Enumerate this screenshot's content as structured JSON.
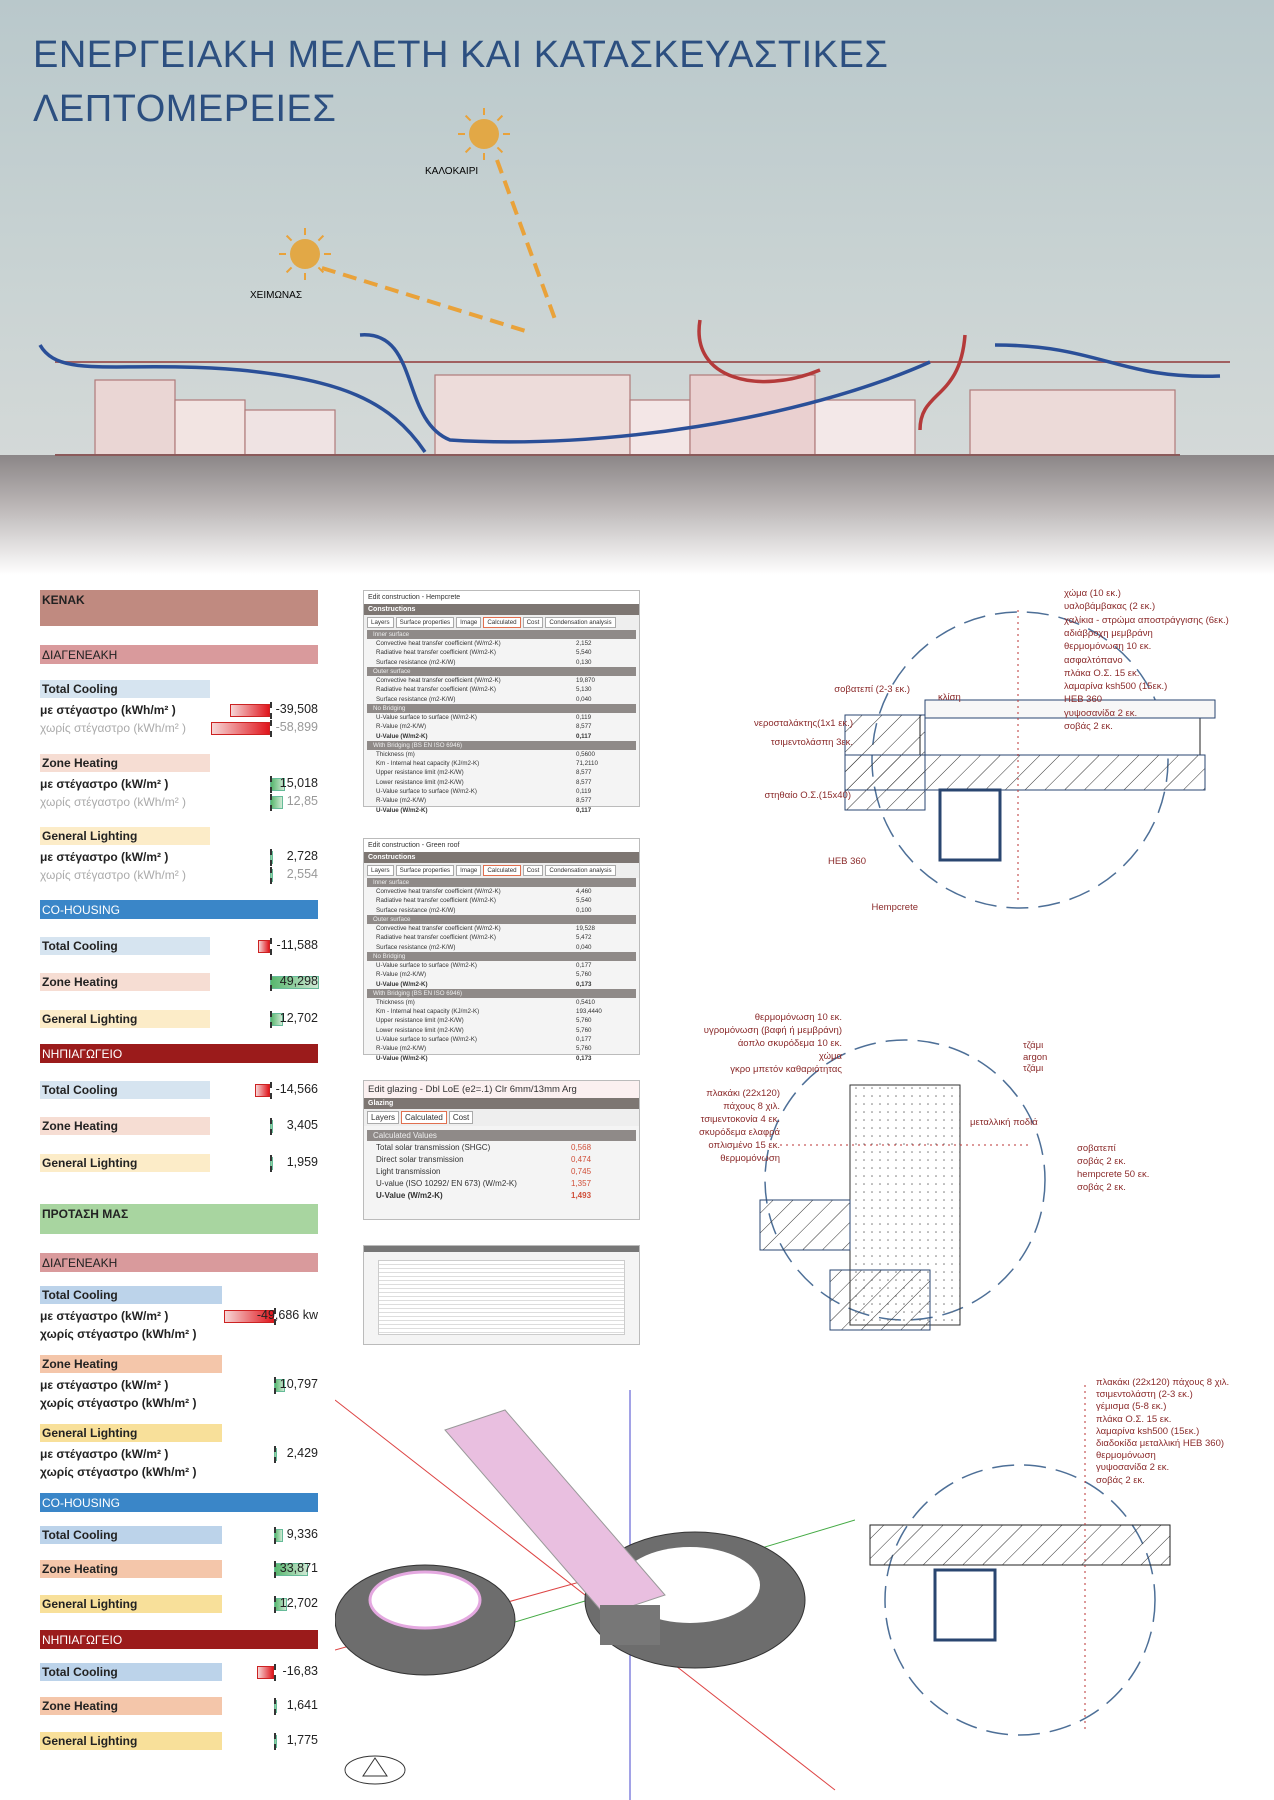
{
  "title": {
    "line1": "ΕΝΕΡΓΕΙΑΚΗ ΜΕΛΕΤΗ ΚΑΙ ΚΑΤΑΣΚΕΥΑΣΤΙΚΕΣ",
    "line2": "ΛΕΠΤΟΜΕΡΕΙΕΣ"
  },
  "section": {
    "summer_label": "ΚΑΛΟΚΑΙΡΙ",
    "winter_label": "ΧΕΙΜΩΝΑΣ"
  },
  "colors": {
    "cooling": "#e0161d",
    "heating": "#56b66d",
    "intergen": "#d99a9c",
    "cohousing": "#3a86c8",
    "kindergarten": "#9b1b1b",
    "kenak": "#c08a80",
    "proposal": "#a8d5a0"
  },
  "kenak": {
    "header": "KENAK",
    "intergen": {
      "header": "ΔΙΑΓΕΝΕΑΚΗ",
      "cooling": {
        "label": "Total Cooling",
        "with": "με στέγαστρο (kWh/m² )",
        "without": "χωρίς στέγαστρο (kWh/m² )",
        "v_with": "-39,508",
        "v_without": "-58,899"
      },
      "heating": {
        "label": "Zone Heating",
        "with": "με στέγαστρο (kW/m² )",
        "without": "χωρίς στέγαστρο (kWh/m² )",
        "v_with": "15,018",
        "v_without": "12,85"
      },
      "lighting": {
        "label": "General Lighting",
        "with": "με στέγαστρο (kW/m² )",
        "without": "χωρίς στέγαστρο (kWh/m² )",
        "v_with": "2,728",
        "v_without": "2,554"
      }
    },
    "cohousing": {
      "header": "CO-HOUSING",
      "cooling": {
        "label": "Total Cooling",
        "v": "-11,588"
      },
      "heating": {
        "label": "Zone Heating",
        "v": "49,298"
      },
      "lighting": {
        "label": "General Lighting",
        "v": "12,702"
      }
    },
    "kindergarten": {
      "header": "ΝΗΠΙΑΓΩΓΕΙΟ",
      "cooling": {
        "label": "Total Cooling",
        "v": "-14,566"
      },
      "heating": {
        "label": "Zone Heating",
        "v": "3,405"
      },
      "lighting": {
        "label": "General Lighting",
        "v": "1,959"
      }
    }
  },
  "proposal": {
    "header": "ΠΡΟΤΑΣΗ ΜΑΣ",
    "intergen": {
      "header": "ΔΙΑΓΕΝΕΑΚΗ",
      "cooling": {
        "label": "Total Cooling",
        "with": "με στέγαστρο (kW/m² )",
        "without": "χωρίς στέγαστρο (kWh/m² )",
        "v_with": "-49,686 kw"
      },
      "heating": {
        "label": "Zone Heating",
        "with": "με στέγαστρο (kW/m² )",
        "without": "χωρίς στέγαστρο (kWh/m² )",
        "v_with": "10,797"
      },
      "lighting": {
        "label": "General Lighting",
        "with": "με στέγαστρο (kW/m² )",
        "without": "χωρίς στέγαστρο (kWh/m² )",
        "v_with": "2,429"
      }
    },
    "cohousing": {
      "header": "CO-HOUSING",
      "cooling": {
        "label": "Total Cooling",
        "v": "9,336"
      },
      "heating": {
        "label": "Zone Heating",
        "v": "33,871"
      },
      "lighting": {
        "label": "General Lighting",
        "v": "12,702"
      }
    },
    "kindergarten": {
      "header": "ΝΗΠΙΑΓΩΓΕΙΟ",
      "cooling": {
        "label": "Total Cooling",
        "v": "-16,83"
      },
      "heating": {
        "label": "Zone Heating",
        "v": "1,641"
      },
      "lighting": {
        "label": "General Lighting",
        "v": "1,775"
      }
    }
  },
  "panels": [
    {
      "title": "Edit construction - Hempcrete",
      "caption": "Constructions",
      "tabs": [
        "Layers",
        "Surface properties",
        "Image",
        "Calculated",
        "Cost",
        "Condensation analysis"
      ],
      "groups": [
        {
          "name": "Inner surface",
          "rows": [
            [
              "Convective heat transfer coefficient (W/m2-K)",
              "2,152"
            ],
            [
              "Radiative heat transfer coefficient (W/m2-K)",
              "5,540"
            ],
            [
              "Surface resistance (m2-K/W)",
              "0,130"
            ]
          ]
        },
        {
          "name": "Outer surface",
          "rows": [
            [
              "Convective heat transfer coefficient (W/m2-K)",
              "19,870"
            ],
            [
              "Radiative heat transfer coefficient (W/m2-K)",
              "5,130"
            ],
            [
              "Surface resistance (m2-K/W)",
              "0,040"
            ]
          ]
        },
        {
          "name": "No Bridging",
          "rows": [
            [
              "U-Value surface to surface (W/m2-K)",
              "0,119"
            ],
            [
              "R-Value (m2-K/W)",
              "8,577"
            ],
            [
              "U-Value (W/m2-K)",
              "0,117"
            ]
          ]
        },
        {
          "name": "With Bridging (BS EN ISO 6946)",
          "rows": [
            [
              "Thickness (m)",
              "0,5600"
            ],
            [
              "Km - Internal heat capacity (KJ/m2-K)",
              "71,2110"
            ],
            [
              "Upper resistance limit (m2-K/W)",
              "8,577"
            ],
            [
              "Lower resistance limit (m2-K/W)",
              "8,577"
            ],
            [
              "U-Value surface to surface (W/m2-K)",
              "0,119"
            ],
            [
              "R-Value (m2-K/W)",
              "8,577"
            ],
            [
              "U-Value (W/m2-K)",
              "0,117"
            ]
          ]
        }
      ]
    },
    {
      "title": "Edit construction - Green roof",
      "caption": "Constructions",
      "tabs": [
        "Layers",
        "Surface properties",
        "Image",
        "Calculated",
        "Cost",
        "Condensation analysis"
      ],
      "groups": [
        {
          "name": "Inner surface",
          "rows": [
            [
              "Convective heat transfer coefficient (W/m2-K)",
              "4,460"
            ],
            [
              "Radiative heat transfer coefficient (W/m2-K)",
              "5,540"
            ],
            [
              "Surface resistance (m2-K/W)",
              "0,100"
            ]
          ]
        },
        {
          "name": "Outer surface",
          "rows": [
            [
              "Convective heat transfer coefficient (W/m2-K)",
              "19,528"
            ],
            [
              "Radiative heat transfer coefficient (W/m2-K)",
              "5,472"
            ],
            [
              "Surface resistance (m2-K/W)",
              "0,040"
            ]
          ]
        },
        {
          "name": "No Bridging",
          "rows": [
            [
              "U-Value surface to surface (W/m2-K)",
              "0,177"
            ],
            [
              "R-Value (m2-K/W)",
              "5,760"
            ],
            [
              "U-Value (W/m2-K)",
              "0,173"
            ]
          ]
        },
        {
          "name": "With Bridging (BS EN ISO 6946)",
          "rows": [
            [
              "Thickness (m)",
              "0,5410"
            ],
            [
              "Km - Internal heat capacity (KJ/m2-K)",
              "193,4440"
            ],
            [
              "Upper resistance limit (m2-K/W)",
              "5,760"
            ],
            [
              "Lower resistance limit (m2-K/W)",
              "5,760"
            ],
            [
              "U-Value surface to surface (W/m2-K)",
              "0,177"
            ],
            [
              "R-Value (m2-K/W)",
              "5,760"
            ],
            [
              "U-Value (W/m2-K)",
              "0,173"
            ]
          ]
        }
      ]
    }
  ],
  "glazing": {
    "title": "Edit glazing - Dbl LoE (e2=.1) Clr 6mm/13mm Arg",
    "caption": "Glazing",
    "tabs": [
      "Layers",
      "Calculated",
      "Cost"
    ],
    "group": "Calculated Values",
    "rows": [
      [
        "Total solar transmission (SHGC)",
        "0,568"
      ],
      [
        "Direct solar transmission",
        "0,474"
      ],
      [
        "Light transmission",
        "0,745"
      ],
      [
        "U-value (ISO 10292/ EN 673) (W/m2-K)",
        "1,357"
      ],
      [
        "U-Value (W/m2-K)",
        "1,493"
      ]
    ]
  },
  "detail1": {
    "layers": [
      "χώμα (10 εκ.)",
      "υαλοβάμβακας (2 εκ.)",
      "χαλίκια - στρώμα αποστράγγισης (6εκ.)",
      "αδιάβροχη μεμβράνη",
      "θερμομόνωση 10 εκ.",
      "ασφαλτόπανο",
      "πλάκα Ο.Σ. 15 εκ.",
      "λαμαρίνα ksh500 (15εκ.)",
      "HEB 360",
      "γυψοσανίδα 2 εκ.",
      "σοβάς 2 εκ."
    ],
    "left": [
      "σοβατεπί (2-3 εκ.)",
      "νεροσταλάκτης(1x1 εκ.)",
      "τσιμεντολάσπη 3εκ.",
      "στηθαίο Ο.Σ.(15x40)",
      "HEB 360",
      "Hempcrete"
    ],
    "slope": "κλίση"
  },
  "detail2": {
    "top": [
      "θερμομόνωση 10 εκ.",
      "υγρομόνωση (βαφή ή μεμβράνη)",
      "άοπλο σκυρόδεμα 10 εκ.",
      "χώμα",
      "γκρο μπετόν καθαριότητας"
    ],
    "left": [
      "πλακάκι (22x120)",
      "πάχους 8 χιλ.",
      "τσιμεντοκονία 4 εκ.",
      "σκυρόδεμα ελαφρά",
      "οπλισμένο 15 εκ.",
      "θερμομόνωση"
    ],
    "glass": [
      "τζάμι",
      "argon",
      "τζάμι"
    ],
    "frame": "μεταλλική ποδιά",
    "right": [
      "σοβατεπί",
      "σοβάς 2 εκ.",
      "hempcrete 50 εκ.",
      "σοβάς 2 εκ."
    ]
  },
  "detail3": {
    "layers": [
      "πλακάκι (22x120) πάχους 8 χιλ.",
      "τσιμεντολάστη (2-3 εκ.)",
      "γέμισμα (5-8 εκ.)",
      "πλάκα Ο.Σ. 15 εκ.",
      "λαμαρίνα ksh500 (15εκ.)",
      "διαδοκίδα μεταλλική HEB 360)",
      "θερμομόνωση",
      "γυψοσανίδα 2 εκ.",
      "σοβάς 2 εκ."
    ]
  }
}
